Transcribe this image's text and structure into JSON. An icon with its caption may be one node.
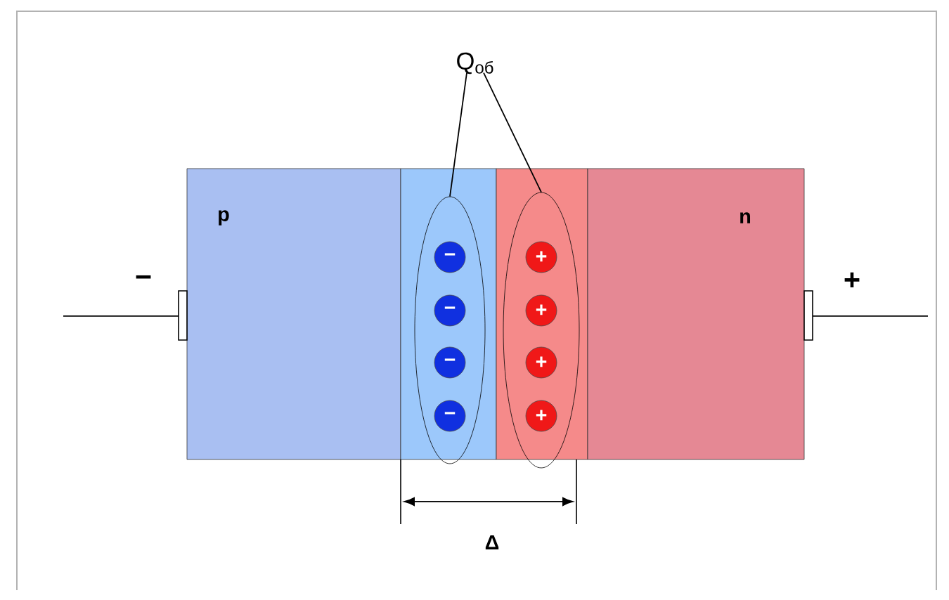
{
  "diagram": {
    "nodes": [
      {
        "text": [
          "p"
        ]
      },
      {
        "text": [],
        "shape": "box"
      },
      {
        "text": [],
        "shape": "ellipse",
        "in": 1
      },
      {
        "text": [
          "−"
        ],
        "in": 2
      },
      {
        "text": [
          "−"
        ],
        "in": 2
      },
      {
        "text": [
          "−"
        ],
        "in": 2
      },
      {
        "text": [
          "−"
        ],
        "in": 2
      },
      {
        "text": [],
        "shape": "box"
      },
      {
        "text": [],
        "shape": "ellipse",
        "in": 7
      },
      {
        "text": [
          "+"
        ],
        "in": 8
      },
      {
        "text": [
          "+"
        ],
        "in": 8
      },
      {
        "text": [
          "+"
        ],
        "in": 8
      },
      {
        "text": [
          "+"
        ],
        "in": 8
      },
      {
        "text": [
          "n"
        ]
      },
      {
        "text": [
          "Q$_{об}$"
        ]
      }
    ],
    "edges": [
      {
        "from": 14,
        "to": 2,
        "arrow": "none"
      },
      {
        "from": 14,
        "to": 8,
        "arrow": "none"
      },
      {
        "from": null,
        "to": 0,
        "arrow": "none"
      },
      {
        "from": 13,
        "to": null,
        "arrow": "none"
      }
    ],
    "labels": [
      "−",
      "+",
      "Δ"
    ]
  }
}
